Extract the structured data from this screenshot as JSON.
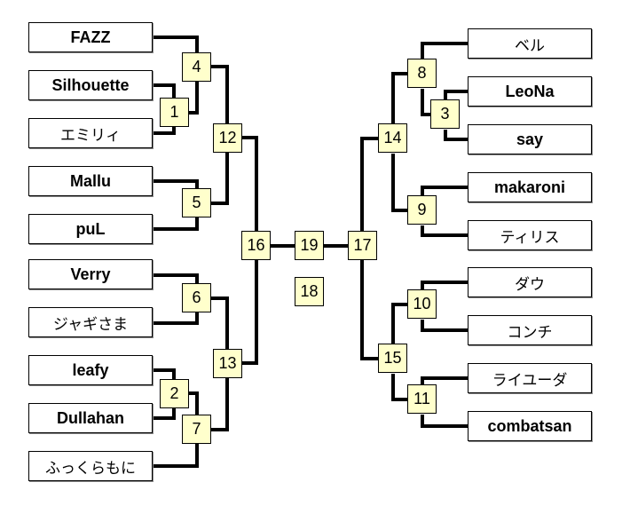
{
  "entrants": {
    "left": [
      "FAZZ",
      "Silhouette",
      "エミリィ",
      "Mallu",
      "puL",
      "Verry",
      "ジャギさま",
      "leafy",
      "Dullahan",
      "ふっくらもに"
    ],
    "right": [
      "ベル",
      "LeoNa",
      "say",
      "makaroni",
      "ティリス",
      "ダウ",
      "コンチ",
      "ライユーダ",
      "combatsan"
    ]
  },
  "matches": {
    "m1": "1",
    "m2": "2",
    "m3": "3",
    "m4": "4",
    "m5": "5",
    "m6": "6",
    "m7": "7",
    "m8": "8",
    "m9": "9",
    "m10": "10",
    "m11": "11",
    "m12": "12",
    "m13": "13",
    "m14": "14",
    "m15": "15",
    "m16": "16",
    "m17": "17",
    "m18": "18",
    "m19": "19"
  },
  "colors": {
    "match_box": "#ffffcc",
    "line": "#000000"
  }
}
